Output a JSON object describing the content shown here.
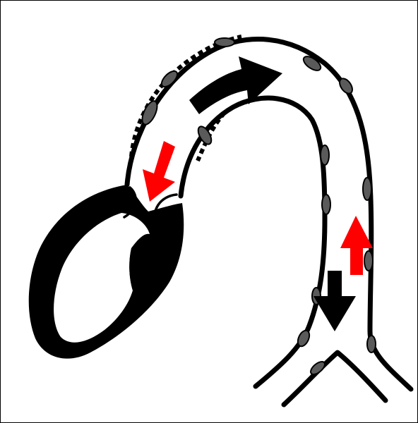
{
  "diagram": {
    "subject": "heart-and-aorta-schematic",
    "colors": {
      "outline": "#000000",
      "plaque": "#5a5a5a",
      "flow_arrow_red": "#ff0000",
      "flow_arrow_black": "#000000",
      "background": "#ffffff"
    },
    "elements": [
      {
        "name": "heart-ventricle",
        "kind": "organ"
      },
      {
        "name": "aortic-valve-leaflets",
        "kind": "valve"
      },
      {
        "name": "ascending-aorta",
        "kind": "vessel"
      },
      {
        "name": "aortic-arch",
        "kind": "vessel"
      },
      {
        "name": "descending-aorta",
        "kind": "vessel"
      },
      {
        "name": "iliac-bifurcation",
        "kind": "vessel"
      },
      {
        "name": "atherosclerotic-plaques",
        "kind": "lesion"
      },
      {
        "name": "dotted-outer-boundary",
        "kind": "annotation"
      }
    ],
    "arrows": [
      {
        "name": "arch-flow-arrow",
        "color": "black",
        "direction": "right"
      },
      {
        "name": "valve-inflow-arrow",
        "color": "red",
        "direction": "down-left"
      },
      {
        "name": "retrograde-flow-arrow",
        "color": "red",
        "direction": "up"
      },
      {
        "name": "antegrade-flow-arrow",
        "color": "black",
        "direction": "down"
      }
    ]
  }
}
